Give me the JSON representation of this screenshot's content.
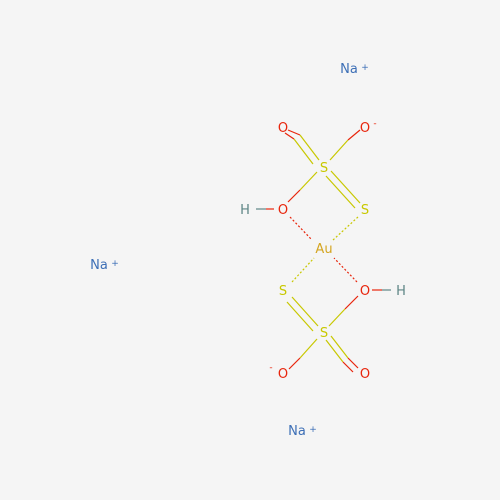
{
  "molecule": {
    "colors": {
      "sodium": "#3d6fb6",
      "oxygen": "#e8250c",
      "sulfur": "#c8c800",
      "gold": "#d4a520",
      "hydrogen": "#5e8585",
      "background": "#f5f5f5"
    },
    "ions": [
      {
        "symbol": "Na",
        "charge": "+"
      },
      {
        "symbol": "Na",
        "charge": "+"
      },
      {
        "symbol": "Na",
        "charge": "+"
      }
    ],
    "atoms": {
      "gold": "Au",
      "s_top_center": "S",
      "s_top_right": "S",
      "s_bottom_center": "S",
      "s_bottom_left": "S",
      "o_top_left": "O",
      "o_top_right": "O",
      "o_top_right_charge": "-",
      "o_hydroxyl_top": "O",
      "h_hydroxyl_top": "H",
      "o_hydroxyl_bottom": "O",
      "h_hydroxyl_bottom": "H",
      "o_bottom_left": "O",
      "o_bottom_left_charge": "-",
      "o_bottom_right": "O"
    }
  }
}
